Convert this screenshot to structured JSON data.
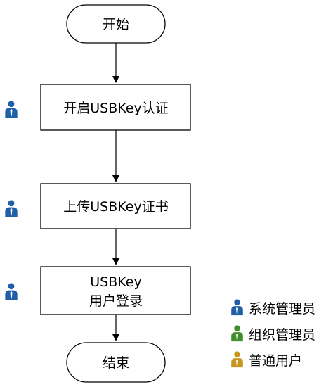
{
  "flowchart": {
    "start": {
      "label": "开始"
    },
    "steps": [
      {
        "label": "开启USBKey认证",
        "role": "system-admin"
      },
      {
        "label": "上传USBKey证书",
        "role": "system-admin"
      },
      {
        "label_line1": "USBKey",
        "label_line2": "用户登录",
        "role": "system-admin"
      }
    ],
    "end": {
      "label": "结束"
    }
  },
  "legend": {
    "items": [
      {
        "label": "系统管理员",
        "icon": "user-icon-blue",
        "color": "#1f5fa8"
      },
      {
        "label": "组织管理员",
        "icon": "user-icon-green",
        "color": "#3f8f2a"
      },
      {
        "label": "普通用户",
        "icon": "user-icon-gold",
        "color": "#c8961e"
      }
    ]
  },
  "colors": {
    "stroke": "#000000",
    "box_fill": "#ffffff"
  }
}
